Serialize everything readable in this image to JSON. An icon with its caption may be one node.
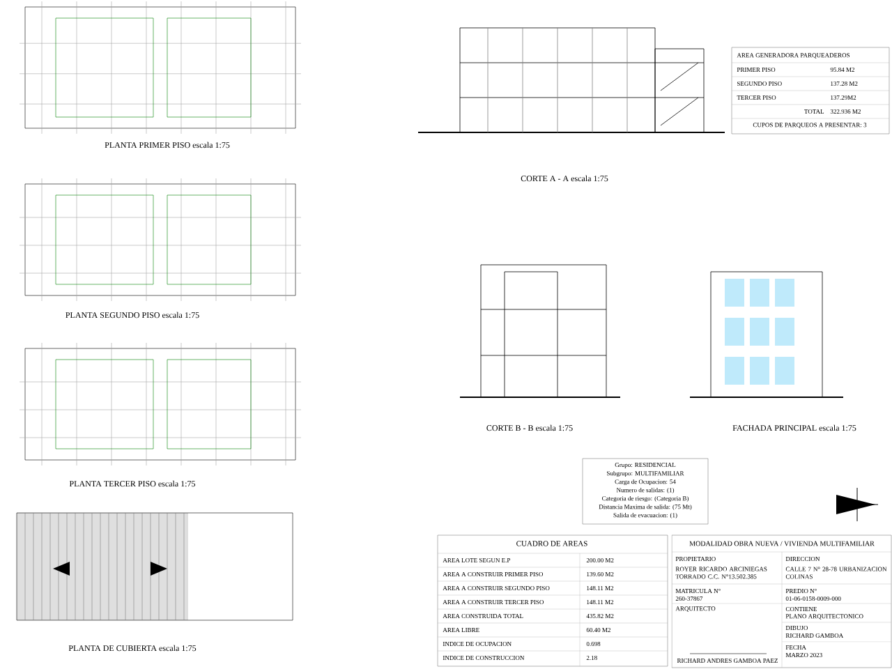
{
  "diagram": {
    "labels": [
      "PLANTA PRIMER PISO escala 1:75",
      "PLANTA SEGUNDO PISO escala 1:75",
      "PLANTA TERCER PISO escala 1:75",
      "CORTE A - A escala 1:75",
      "AREA GENERADORA PARQUEADEROS",
      "PRIMER PISO",
      "95.84 M2",
      "SEGUNDO PISO",
      "137.28 M2",
      "TERCER PISO",
      "137.29M2",
      "TOTAL",
      "322.936 M2",
      "CUPOS DE PARQUEOS A PRESENTAR: 3",
      "CORTE B - B escala 1:75",
      "FACHADA PRINCIPAL escala 1:75",
      "Grupo: RESIDENCIAL",
      "Subgrupo: MULTIFAMILIAR",
      "Carga de Ocupacion: 54",
      "Numero de salidas: (1)",
      "Categoria de riesgo: (Categoria B)",
      "Distancia Maxima de salida: (75 Mt)",
      "Salida de evacuacion: (1)",
      "CUADRO DE AREAS",
      "AREA LOTE SEGUN E.P",
      "200.00 M2",
      "AREA A CONSTRUIR PRIMER PISO",
      "139.60 M2",
      "AREA A CONSTRUIR SEGUNDO PISO",
      "148.11 M2",
      "AREA A CONSTRUIR TERCER PISO",
      "148.11 M2",
      "AREA CONSTRUIDA TOTAL",
      "435.82 M2",
      "AREA LIBRE",
      "60.40 M2",
      "INDICE DE OCUPACION",
      "0.698",
      "INDICE DE CONSTRUCCION",
      "2.18",
      "MODALIDAD OBRA NUEVA / VIVIENDA MULTIFAMILIAR",
      "PROPIETARIO",
      "ROYER RICARDO ARCINIEGAS TORRADO C.C. N°13.502.385",
      "DIRECCION",
      "CALLE 7 N° 28-78 URBANIZACION COLINAS",
      "MATRICULA N°",
      "260-37867",
      "PREDIO N°",
      "01-06-0158-0009-000",
      "ARQUITECTO",
      "CONTIENE",
      "PLANO ARQUITECTONICO",
      "DIBUJO",
      "RICHARD GAMBOA",
      "FECHA",
      "MARZO 2023",
      "RICHARD ANDRES GAMBOA PAEZ",
      "PLANTA DE CUBIERTA escala 1:75"
    ]
  }
}
